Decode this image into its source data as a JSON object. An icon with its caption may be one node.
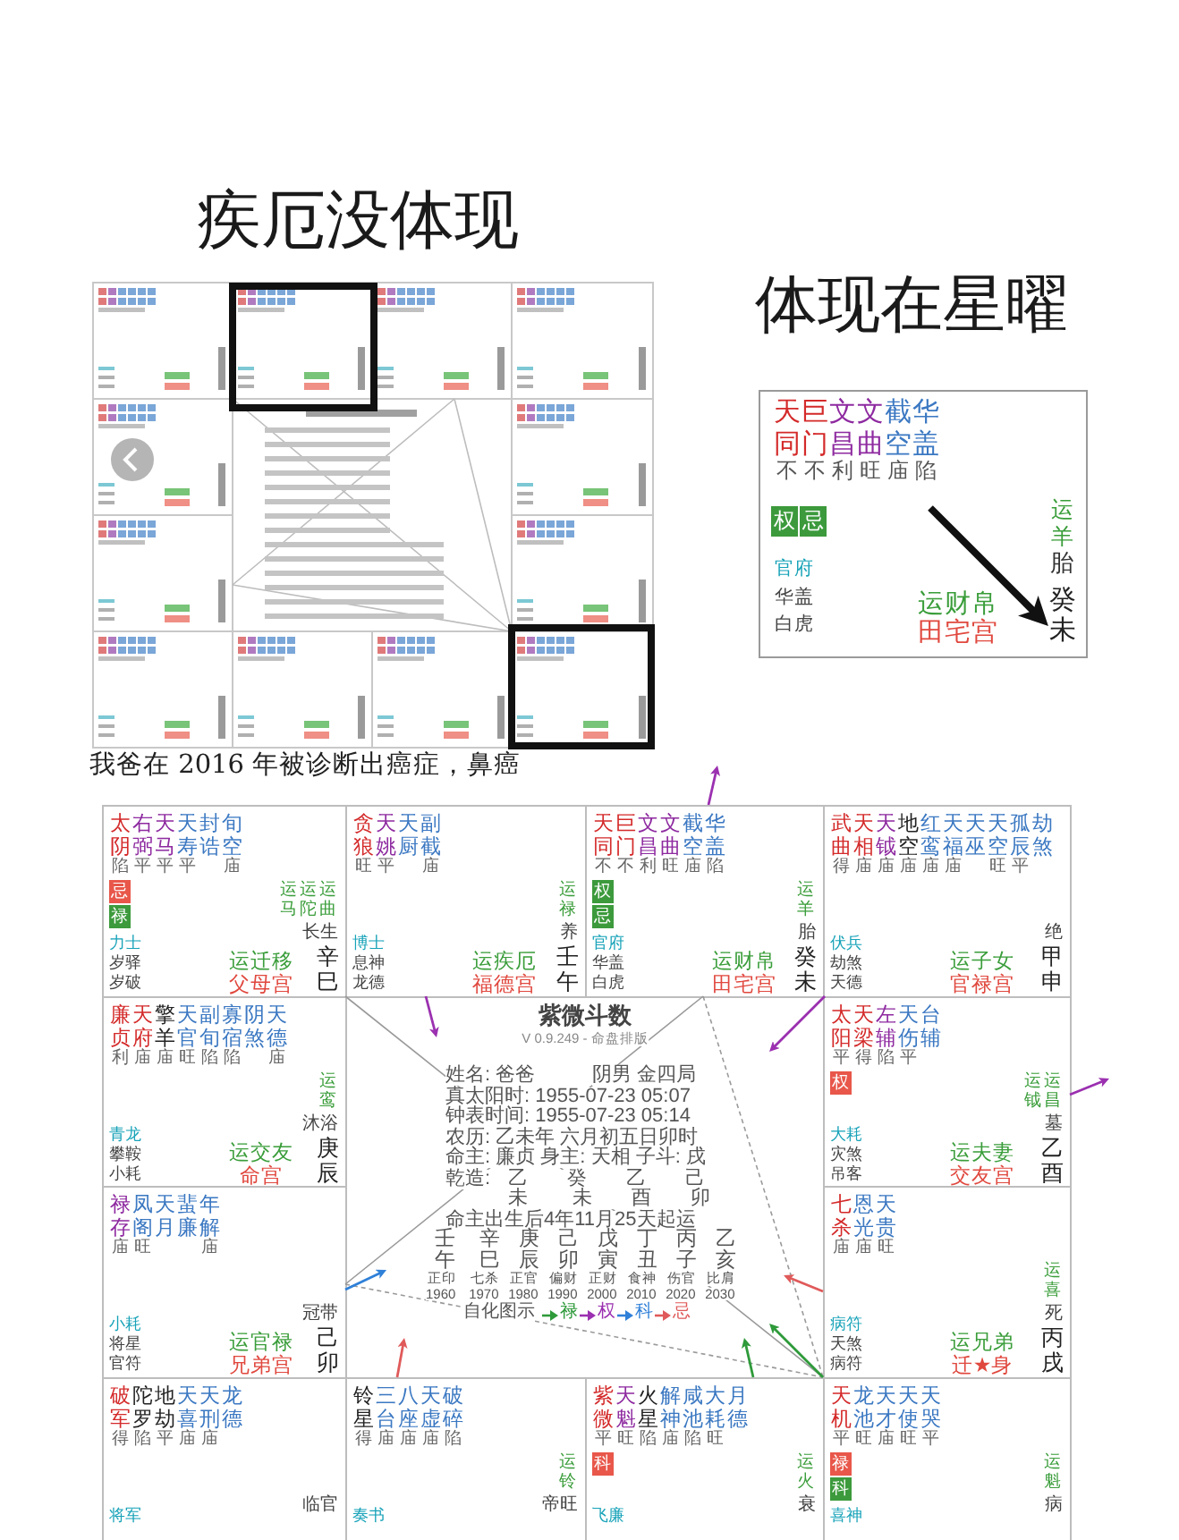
{
  "diagram": {
    "nodes": [
      {
        "text": [
          "体现在星曜",
          "天同",
          "巨门",
          "文昌",
          "文曲",
          "截空",
          "华盖",
          "不不利旺庙陷",
          "权",
          "忌",
          "运羊",
          "胎",
          "官府",
          "华盖",
          "白虎",
          "运财帛",
          "田宅宫"
        ]
      },
      {
        "text": [
          "癸未"
        ],
        "in": 0
      },
      {
        "text": [
          "太阴",
          "右弼",
          "天马",
          "天寿",
          "封诰",
          "旬空",
          "陷平平平 庙",
          "忌",
          "禄",
          "运马",
          "运陀",
          "运曲",
          "长生",
          "辛巳",
          "力士",
          "岁驿",
          "岁破",
          "运迁移",
          "父母宫"
        ]
      },
      {
        "text": [
          "贪狼",
          "天姚",
          "天厨",
          "副截",
          "旺平 庙",
          "运禄",
          "养",
          "壬午",
          "博士",
          "息神",
          "龙德",
          "运疾厄",
          "福德宫"
        ]
      },
      {
        "text": [
          "天同",
          "巨门",
          "文昌",
          "文曲",
          "截空",
          "华盖",
          "不不利旺庙陷",
          "权",
          "忌",
          "运羊",
          "胎",
          "癸未",
          "官府",
          "华盖",
          "白虎",
          "运财帛",
          "田宅宫"
        ]
      },
      {
        "text": [
          "武曲",
          "天相",
          "天钺",
          "地空",
          "红鸾",
          "天福",
          "天巫",
          "天空",
          "孤辰",
          "劫煞",
          "得庙庙庙庙庙 旺平",
          "绝",
          "甲申",
          "伏兵",
          "劫煞",
          "天德",
          "运子女",
          "官禄宫"
        ]
      },
      {
        "text": [
          "廉贞",
          "天府",
          "擎羊",
          "天官",
          "副旬",
          "寡宿",
          "阴煞",
          "天德",
          "利庙庙旺陷陷 庙",
          "运鸾",
          "沐浴",
          "庚辰",
          "青龙",
          "攀鞍",
          "小耗",
          "运交友",
          "命宫"
        ]
      },
      {
        "text": [
          "太阳",
          "天梁",
          "左辅",
          "天伤",
          "台辅",
          "平得陷平",
          "权",
          "运钺",
          "运昌",
          "墓",
          "乙酉",
          "大耗",
          "灾煞",
          "吊客",
          "运夫妻",
          "交友宫"
        ]
      },
      {
        "text": [
          "禄存",
          "凤阁",
          "天月",
          "蜚廉",
          "年解",
          "庙旺  庙",
          "冠带",
          "己卯",
          "小耗",
          "将星",
          "官符",
          "运官禄",
          "兄弟宫"
        ]
      },
      {
        "text": [
          "七杀",
          "恩光",
          "天贵",
          "庙庙旺",
          "运喜",
          "死",
          "丙戌",
          "病符",
          "天煞",
          "病符",
          "运兄弟",
          "迁★身"
        ]
      },
      {
        "text": [
          "破军",
          "陀罗",
          "地劫",
          "天喜",
          "天刑",
          "龙德",
          "得陷平庙庙",
          "临官",
          "将军"
        ]
      },
      {
        "text": [
          "铃星",
          "三台",
          "八座",
          "天虚",
          "破碎",
          "得庙庙庙陷",
          "运铃",
          "帝旺",
          "奏书"
        ]
      },
      {
        "text": [
          "紫微",
          "天魁",
          "火星",
          "解神",
          "咸池",
          "大耗",
          "月德",
          "平旺陷庙陷旺",
          "科",
          "运火",
          "衰",
          "飞廉"
        ]
      },
      {
        "text": [
          "天机",
          "龙池",
          "天才",
          "天使",
          "天哭",
          "平旺庙旺平",
          "禄",
          "科",
          "运魁",
          "病",
          "喜神"
        ]
      }
    ],
    "edges": [
      {
        "from": 2,
        "to": 13,
        "arrow": "none"
      },
      {
        "from": 8,
        "to": 4,
        "arrow": "none"
      },
      {
        "from": 8,
        "to": 13,
        "arrow": "none",
        "style": "dashed"
      },
      {
        "from": 4,
        "to": 13,
        "arrow": "none",
        "style": "dashed"
      },
      {
        "from": 3,
        "to": null,
        "arrow": "to",
        "color": "#9b30b0"
      },
      {
        "from": 4,
        "to": null,
        "arrow": "to",
        "color": "#9b30b0"
      },
      {
        "from": 5,
        "to": null,
        "arrow": "to",
        "color": "#9b30b0"
      },
      {
        "from": 7,
        "to": null,
        "arrow": "to",
        "color": "#9b30b0"
      },
      {
        "from": 8,
        "to": null,
        "arrow": "to",
        "color": "#2f80d8"
      },
      {
        "from": 9,
        "to": null,
        "arrow": "to",
        "color": "#e05a5a"
      },
      {
        "from": 13,
        "to": null,
        "arrow": "to",
        "color": "#2e9a3a"
      },
      {
        "from": 12,
        "to": null,
        "arrow": "to",
        "color": "#2e9a3a"
      },
      {
        "from": 11,
        "to": null,
        "arrow": "to",
        "color": "#e05a5a"
      },
      {
        "from": null,
        "to": 1,
        "arrow": "to",
        "style": "thick",
        "color": "#111111"
      }
    ],
    "labels": [
      "疾厄没体现",
      "我爸在 2016 年被诊断出癌症，鼻癌",
      "紫微斗数",
      "V 0.9.249 - 命盘排版",
      "姓名: 爸爸",
      "阴男 金四局",
      "真太阳时: 1955-07-23 05:07",
      "钟表时间: 1955-07-23 05:14",
      "农历: 乙未年 六月初五日卯时",
      "命主: 廉贞 身主: 天相 子斗: 戌",
      "乾造: 乙 癸 乙 己",
      "未 未 酉 卯",
      "命主出生后4年11月25天起运",
      "壬 辛 庚 己 戊 丁 丙 乙",
      "午 巳 辰 卯 寅 丑 子 亥",
      "正印 七杀 正官 偏财 正财 食神 伤官 比肩",
      "1960 1970 1980 1990 2000 2010 2020 2030",
      "自化图示"
    ],
    "legend": [
      {
        "text": "禄",
        "color": "#2e9a3a"
      },
      {
        "text": "权",
        "color": "#9b30b0"
      },
      {
        "text": "科",
        "color": "#2f80d8"
      },
      {
        "text": "忌",
        "color": "#e05a5a"
      }
    ]
  }
}
